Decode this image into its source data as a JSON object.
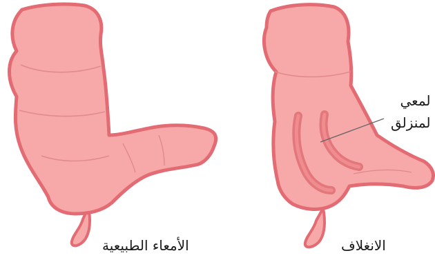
{
  "labels": {
    "normal_bowel": "الأمعاء الطبيعية",
    "intussusception": "الانغلاف",
    "callout_line1": "لمعي",
    "callout_line2": "لمنزلق"
  },
  "colors": {
    "outer_wall": "#e36b73",
    "inner_fill": "#f6a9a8",
    "fold_line": "#e28a8b",
    "inner_tube": "#e2777c",
    "text": "#1a1a1a",
    "pointer": "#666666"
  },
  "icons": {
    "normal_bowel": "normal-colon-illustration",
    "intussusception": "intussusception-colon-illustration"
  }
}
